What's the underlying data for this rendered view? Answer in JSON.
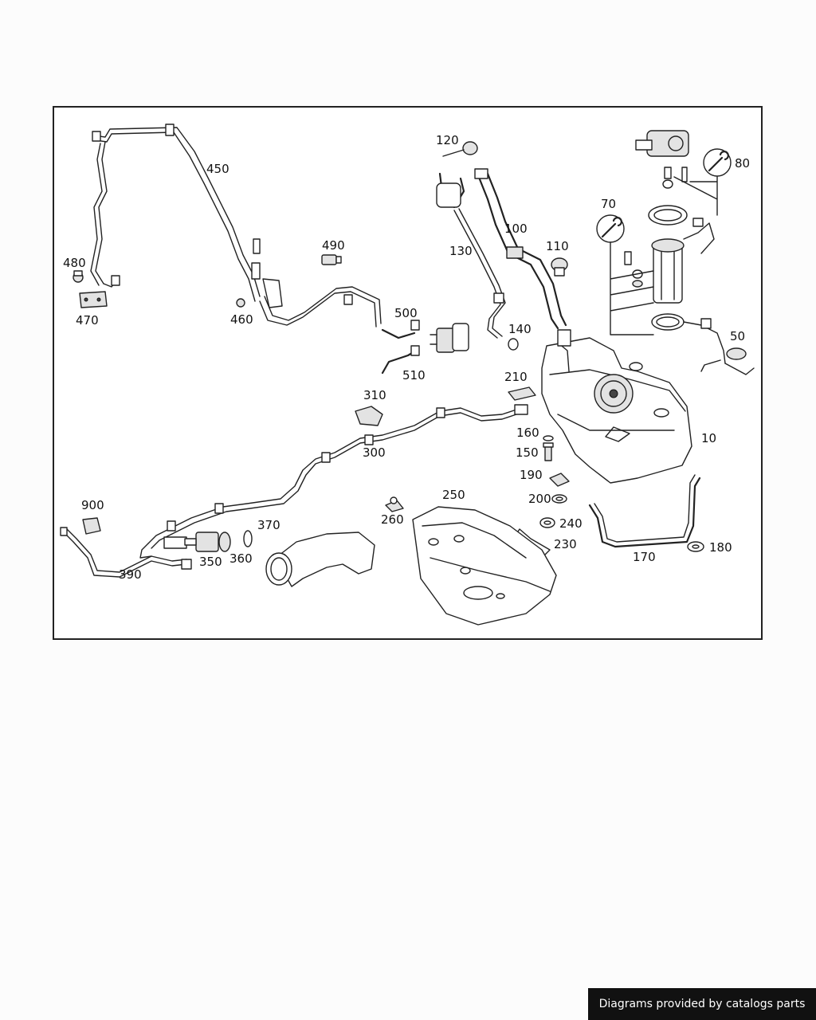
{
  "callouts": {
    "c10": "10",
    "c50": "50",
    "c70": "70",
    "c80": "80",
    "c100": "100",
    "c110": "110",
    "c120": "120",
    "c130": "130",
    "c140": "140",
    "c150": "150",
    "c160": "160",
    "c170": "170",
    "c180": "180",
    "c190": "190",
    "c200": "200",
    "c210": "210",
    "c230": "230",
    "c240": "240",
    "c250": "250",
    "c260": "260",
    "c300": "300",
    "c310": "310",
    "c350": "350",
    "c360": "360",
    "c370": "370",
    "c390": "390",
    "c450": "450",
    "c460": "460",
    "c470": "470",
    "c480": "480",
    "c490": "490",
    "c500": "500",
    "c510": "510",
    "c900": "900"
  },
  "icons": {
    "tool_icon": "wrench-icon"
  },
  "credit": "Diagrams provided by catalogs parts"
}
